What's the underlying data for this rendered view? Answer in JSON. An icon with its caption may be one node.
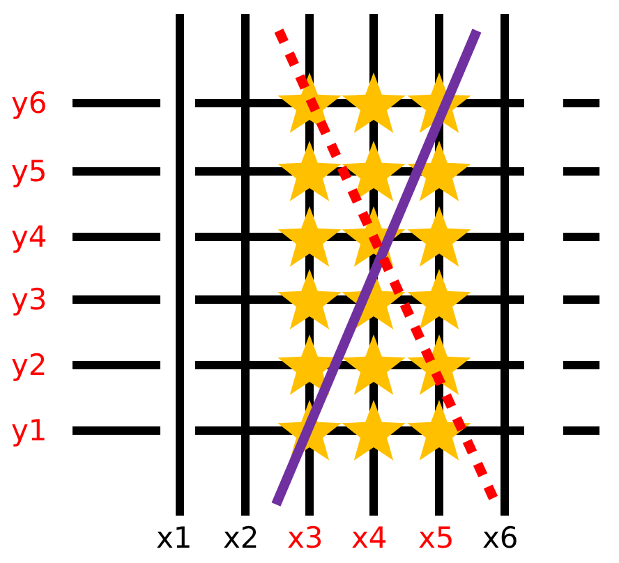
{
  "diagram": {
    "labels": [
      "y6",
      "y5",
      "y4",
      "y3",
      "y2",
      "y1",
      "x1",
      "x2",
      "x3",
      "x4",
      "x5",
      "x6"
    ]
  }
}
